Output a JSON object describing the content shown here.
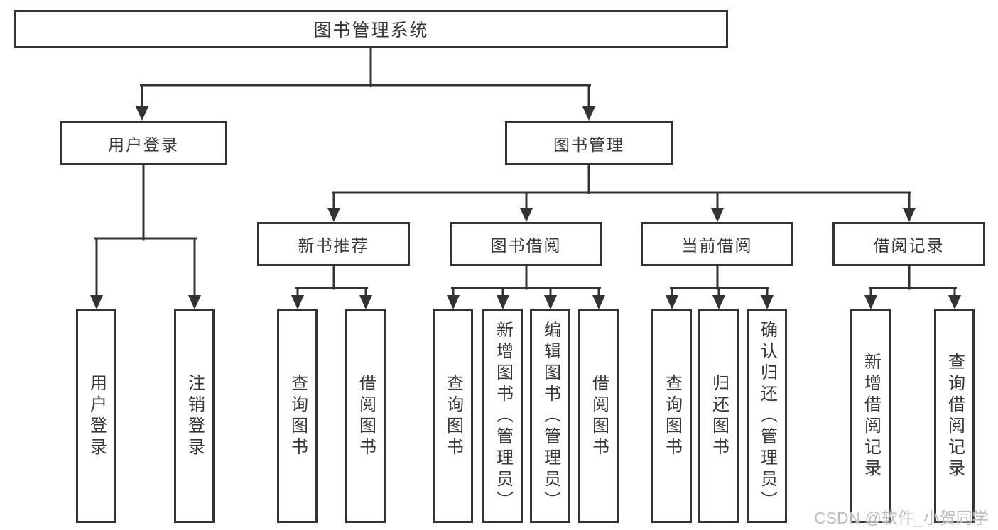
{
  "diagram": {
    "title": "图书管理系统",
    "root": {
      "label": "图书管理系统"
    },
    "branches": [
      {
        "label": "用户登录",
        "children": [
          {
            "label": "用户登录"
          },
          {
            "label": "注销登录"
          }
        ]
      },
      {
        "label": "图书管理",
        "children": [
          {
            "label": "新书推荐",
            "children": [
              {
                "label": "查询图书"
              },
              {
                "label": "借阅图书"
              }
            ]
          },
          {
            "label": "图书借阅",
            "children": [
              {
                "label": "查询图书"
              },
              {
                "label": "新增图书（管理员）"
              },
              {
                "label": "编辑图书（管理员）"
              },
              {
                "label": "借阅图书"
              }
            ]
          },
          {
            "label": "当前借阅",
            "children": [
              {
                "label": "查询图书"
              },
              {
                "label": "归还图书"
              },
              {
                "label": "确认归还（管理员）"
              }
            ]
          },
          {
            "label": "借阅记录",
            "children": [
              {
                "label": "新增借阅记录"
              },
              {
                "label": "查询借阅记录"
              }
            ]
          }
        ]
      }
    ]
  },
  "watermark": {
    "text": "CSDN @软件_小贺同学"
  },
  "colors": {
    "line": "#333333",
    "box_border": "#333333",
    "box_background": "#ffffff",
    "text": "#373737",
    "watermark": "#b9bcc2"
  }
}
